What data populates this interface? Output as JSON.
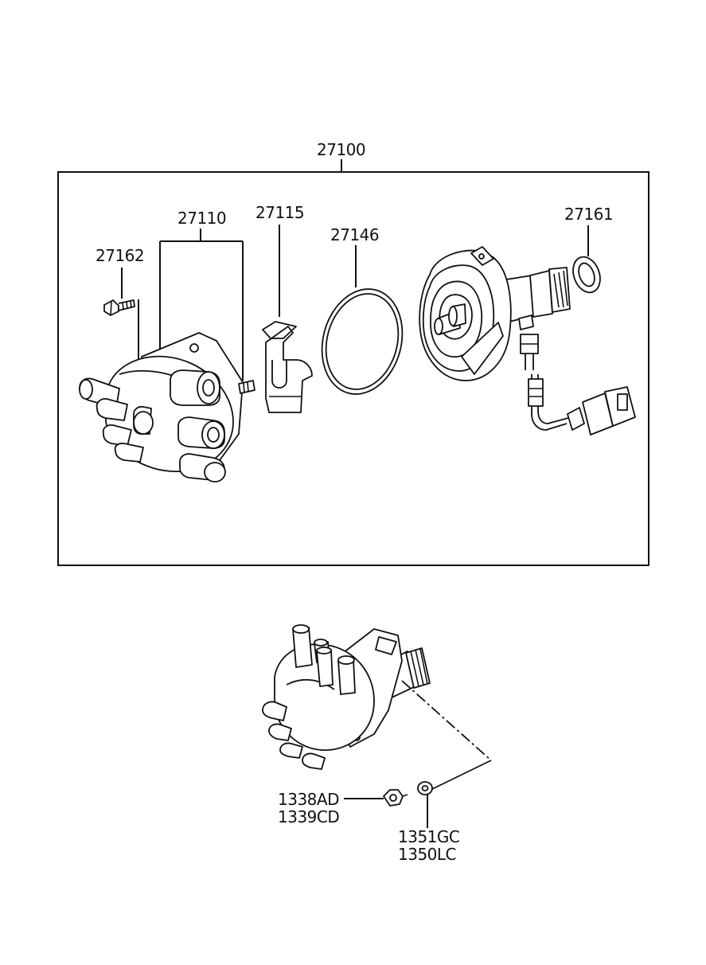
{
  "callouts": {
    "assembly": "27100",
    "cap": "27110",
    "rotor": "27115",
    "gasket": "27146",
    "o_ring": "27161",
    "screw": "27162",
    "nut_a": "1338AD",
    "nut_b": "1339CD",
    "washer_a": "1351GC",
    "washer_b": "1350LC"
  }
}
